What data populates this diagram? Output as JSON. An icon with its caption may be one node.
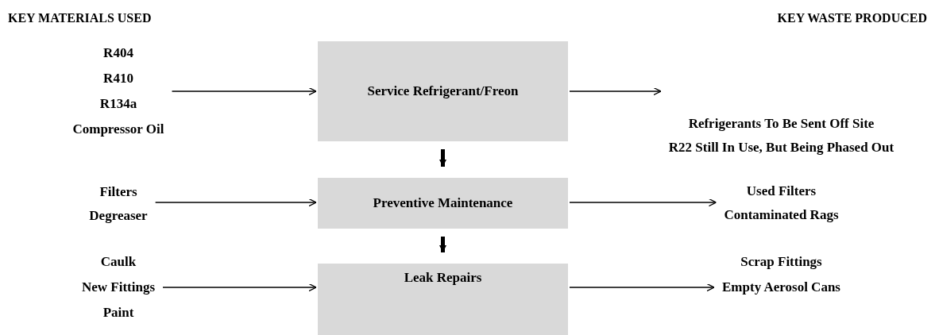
{
  "diagram": {
    "nodes": [
      {
        "text": [
          "R404",
          "R410",
          "R134a",
          "Compressor Oil"
        ]
      },
      {
        "text": [
          "Service Refrigerant/Freon"
        ]
      },
      {
        "text": [
          "Refrigerants To Be Sent Off Site",
          "R22 Still In Use, But Being Phased Out"
        ]
      },
      {
        "text": [
          "Filters",
          "Degreaser"
        ]
      },
      {
        "text": [
          "Preventive Maintenance"
        ]
      },
      {
        "text": [
          "Used Filters",
          "Contaminated Rags"
        ]
      },
      {
        "text": [
          "Caulk",
          "New Fittings",
          "Paint"
        ]
      },
      {
        "text": [
          "Leak Repairs"
        ]
      },
      {
        "text": [
          "Scrap Fittings",
          "Empty Aerosol Cans"
        ]
      }
    ],
    "edges": [
      {
        "from": 0,
        "to": 1,
        "arrow": "to"
      },
      {
        "from": 1,
        "to": 2,
        "arrow": "to"
      },
      {
        "from": 1,
        "to": 4,
        "arrow": "to",
        "style": "thick"
      },
      {
        "from": 3,
        "to": 4,
        "arrow": "to"
      },
      {
        "from": 4,
        "to": 5,
        "arrow": "to"
      },
      {
        "from": 4,
        "to": 7,
        "arrow": "to",
        "style": "thick"
      },
      {
        "from": 6,
        "to": 7,
        "arrow": "to"
      },
      {
        "from": 7,
        "to": 8,
        "arrow": "to"
      }
    ],
    "labels": [
      "KEY MATERIALS USED",
      "KEY WASTE PRODUCED"
    ]
  }
}
